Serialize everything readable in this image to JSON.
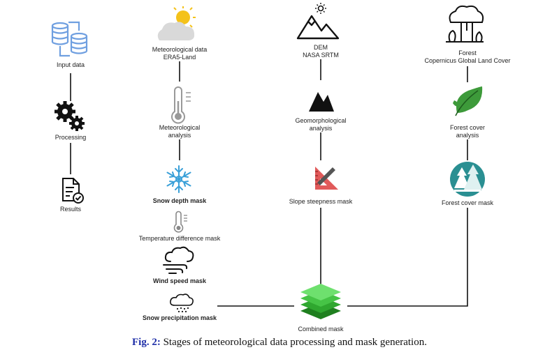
{
  "legend": {
    "input": "Input data",
    "processing": "Processing",
    "results": "Results"
  },
  "meteo": {
    "source_line1": "Meteorological data",
    "source_line2": "ERA5-Land",
    "analysis_line1": "Meteorological",
    "analysis_line2": "analysis",
    "snow_depth": "Snow depth mask",
    "temp_diff": "Temperature difference mask",
    "wind": "Wind speed mask",
    "precip": "Snow precipitation mask"
  },
  "dem": {
    "source_line1": "DEM",
    "source_line2": "NASA SRTM",
    "analysis_line1": "Geomorphological",
    "analysis_line2": "analysis",
    "slope": "Slope steepness mask"
  },
  "forest": {
    "source_line1": "Forest",
    "source_line2": "Copernicus Global Land Cover",
    "analysis_line1": "Forest cover",
    "analysis_line2": "analysis",
    "mask": "Forest cover mask"
  },
  "combined": "Combined mask",
  "caption": {
    "prefix": "Fig. 2:",
    "text": " Stages of meteorological data processing and mask generation."
  },
  "colors": {
    "database": "#6f9fe0",
    "cloud": "#d9d9d9",
    "sun": "#f4c21a",
    "snowflake": "#3aa0d8",
    "slope": "#e15a5a",
    "leaf": "#3d9a3a",
    "forest_circle": "#2a8f92",
    "layers": "#2fa72f"
  }
}
